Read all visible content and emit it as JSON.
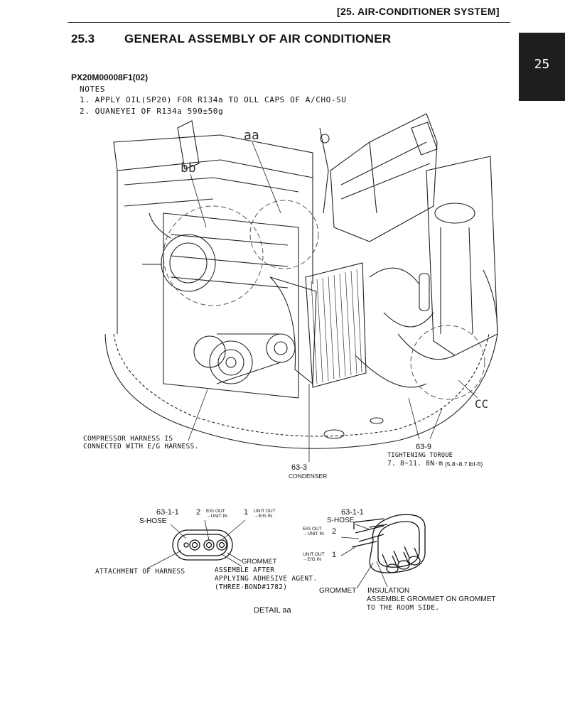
{
  "header": {
    "chapter": "[25.  AIR-CONDITIONER SYSTEM]"
  },
  "section": {
    "number": "25.3",
    "title": "GENERAL ASSEMBLY OF AIR CONDITIONER"
  },
  "side_tab": "25",
  "part_number": "PX20M00008F1(02)",
  "notes": {
    "heading": "NOTES",
    "items": [
      "1. APPLY OIL(SP20) FOR R134a TO OLL CAPS OF A/CHO-SU",
      "2. QUANEYEI OF R134a 590±50g"
    ]
  },
  "main_drawing": {
    "detail_markers": {
      "aa": "aa",
      "bb": "bb",
      "cc": "CC"
    },
    "compressor_note": [
      "COMPRESSOR HARNESS IS",
      "CONNECTED WITH E/G HARNESS."
    ],
    "part_63_9": {
      "number": "63-9",
      "label": "TIGHTENING TORQUE",
      "torque": "7. 8~11. 8N·m",
      "torque_imperial": "(5.8~8.7 lbf·ft)"
    },
    "part_63_3": {
      "number": "63-3",
      "label": "CONDENSER"
    }
  },
  "detail_aa": {
    "caption": "DETAIL aa",
    "left": {
      "part": "63-1-1",
      "hose": "S-HOSE",
      "port2_num": "2",
      "port2_label": [
        "E/G OUT",
        "→UNIT IN"
      ],
      "port1_num": "1",
      "port1_label": [
        "UNIT OUT",
        "→E/G IN"
      ],
      "grommet": "GROMMET",
      "attach": "ATTACHMENT OF HARNESS",
      "assemble": [
        "ASSEMBLE AFTER",
        "APPLYING ADHESIVE AGENT.",
        "(THREE-BOND#1782)"
      ]
    },
    "right": {
      "part": "63-1-1",
      "hose": "S-HOSE",
      "port2_num": "2",
      "port2_label": [
        "E/G OUT",
        "→UNIT IN"
      ],
      "port1_num": "1",
      "port1_label": [
        "UNIT OUT",
        "→E/G IN"
      ],
      "grommet": "GROMMET",
      "insulation": "INSULATION",
      "note": [
        "ASSEMBLE GROMMET ON GROMMET",
        "TO THE ROOM SIDE."
      ]
    }
  }
}
